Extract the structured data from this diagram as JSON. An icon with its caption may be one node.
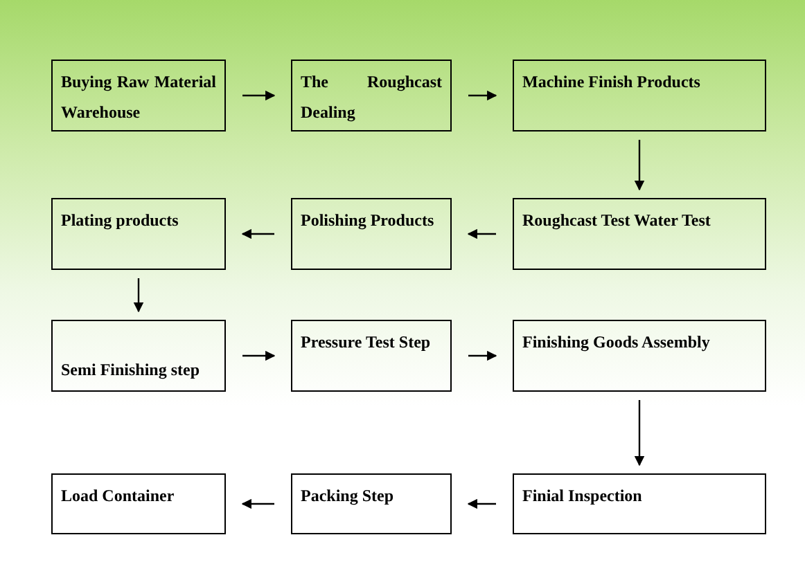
{
  "diagram": {
    "nodes": [
      {
        "text": [
          "Buying Raw Material Warehouse"
        ]
      },
      {
        "text": [
          "The Roughcast Dealing"
        ]
      },
      {
        "text": [
          "Machine Finish Products"
        ]
      },
      {
        "text": [
          "Plating products"
        ]
      },
      {
        "text": [
          "Polishing Products"
        ]
      },
      {
        "text": [
          "Roughcast Test Water Test"
        ]
      },
      {
        "text": [
          "Semi Finishing step"
        ]
      },
      {
        "text": [
          "Pressure Test Step"
        ]
      },
      {
        "text": [
          "Finishing Goods Assembly"
        ]
      },
      {
        "text": [
          "Load Container"
        ]
      },
      {
        "text": [
          "Packing Step"
        ]
      },
      {
        "text": [
          "Finial Inspection"
        ]
      }
    ],
    "edges": [
      {
        "from": 0,
        "to": 1,
        "arrow": "to"
      },
      {
        "from": 1,
        "to": 2,
        "arrow": "to"
      },
      {
        "from": 2,
        "to": 5,
        "arrow": "to"
      },
      {
        "from": 5,
        "to": 4,
        "arrow": "to"
      },
      {
        "from": 4,
        "to": 3,
        "arrow": "to"
      },
      {
        "from": 3,
        "to": 6,
        "arrow": "to"
      },
      {
        "from": 6,
        "to": 7,
        "arrow": "to"
      },
      {
        "from": 7,
        "to": 8,
        "arrow": "to"
      },
      {
        "from": 8,
        "to": 11,
        "arrow": "to"
      },
      {
        "from": 11,
        "to": 10,
        "arrow": "to"
      },
      {
        "from": 10,
        "to": 9,
        "arrow": "to"
      }
    ]
  }
}
